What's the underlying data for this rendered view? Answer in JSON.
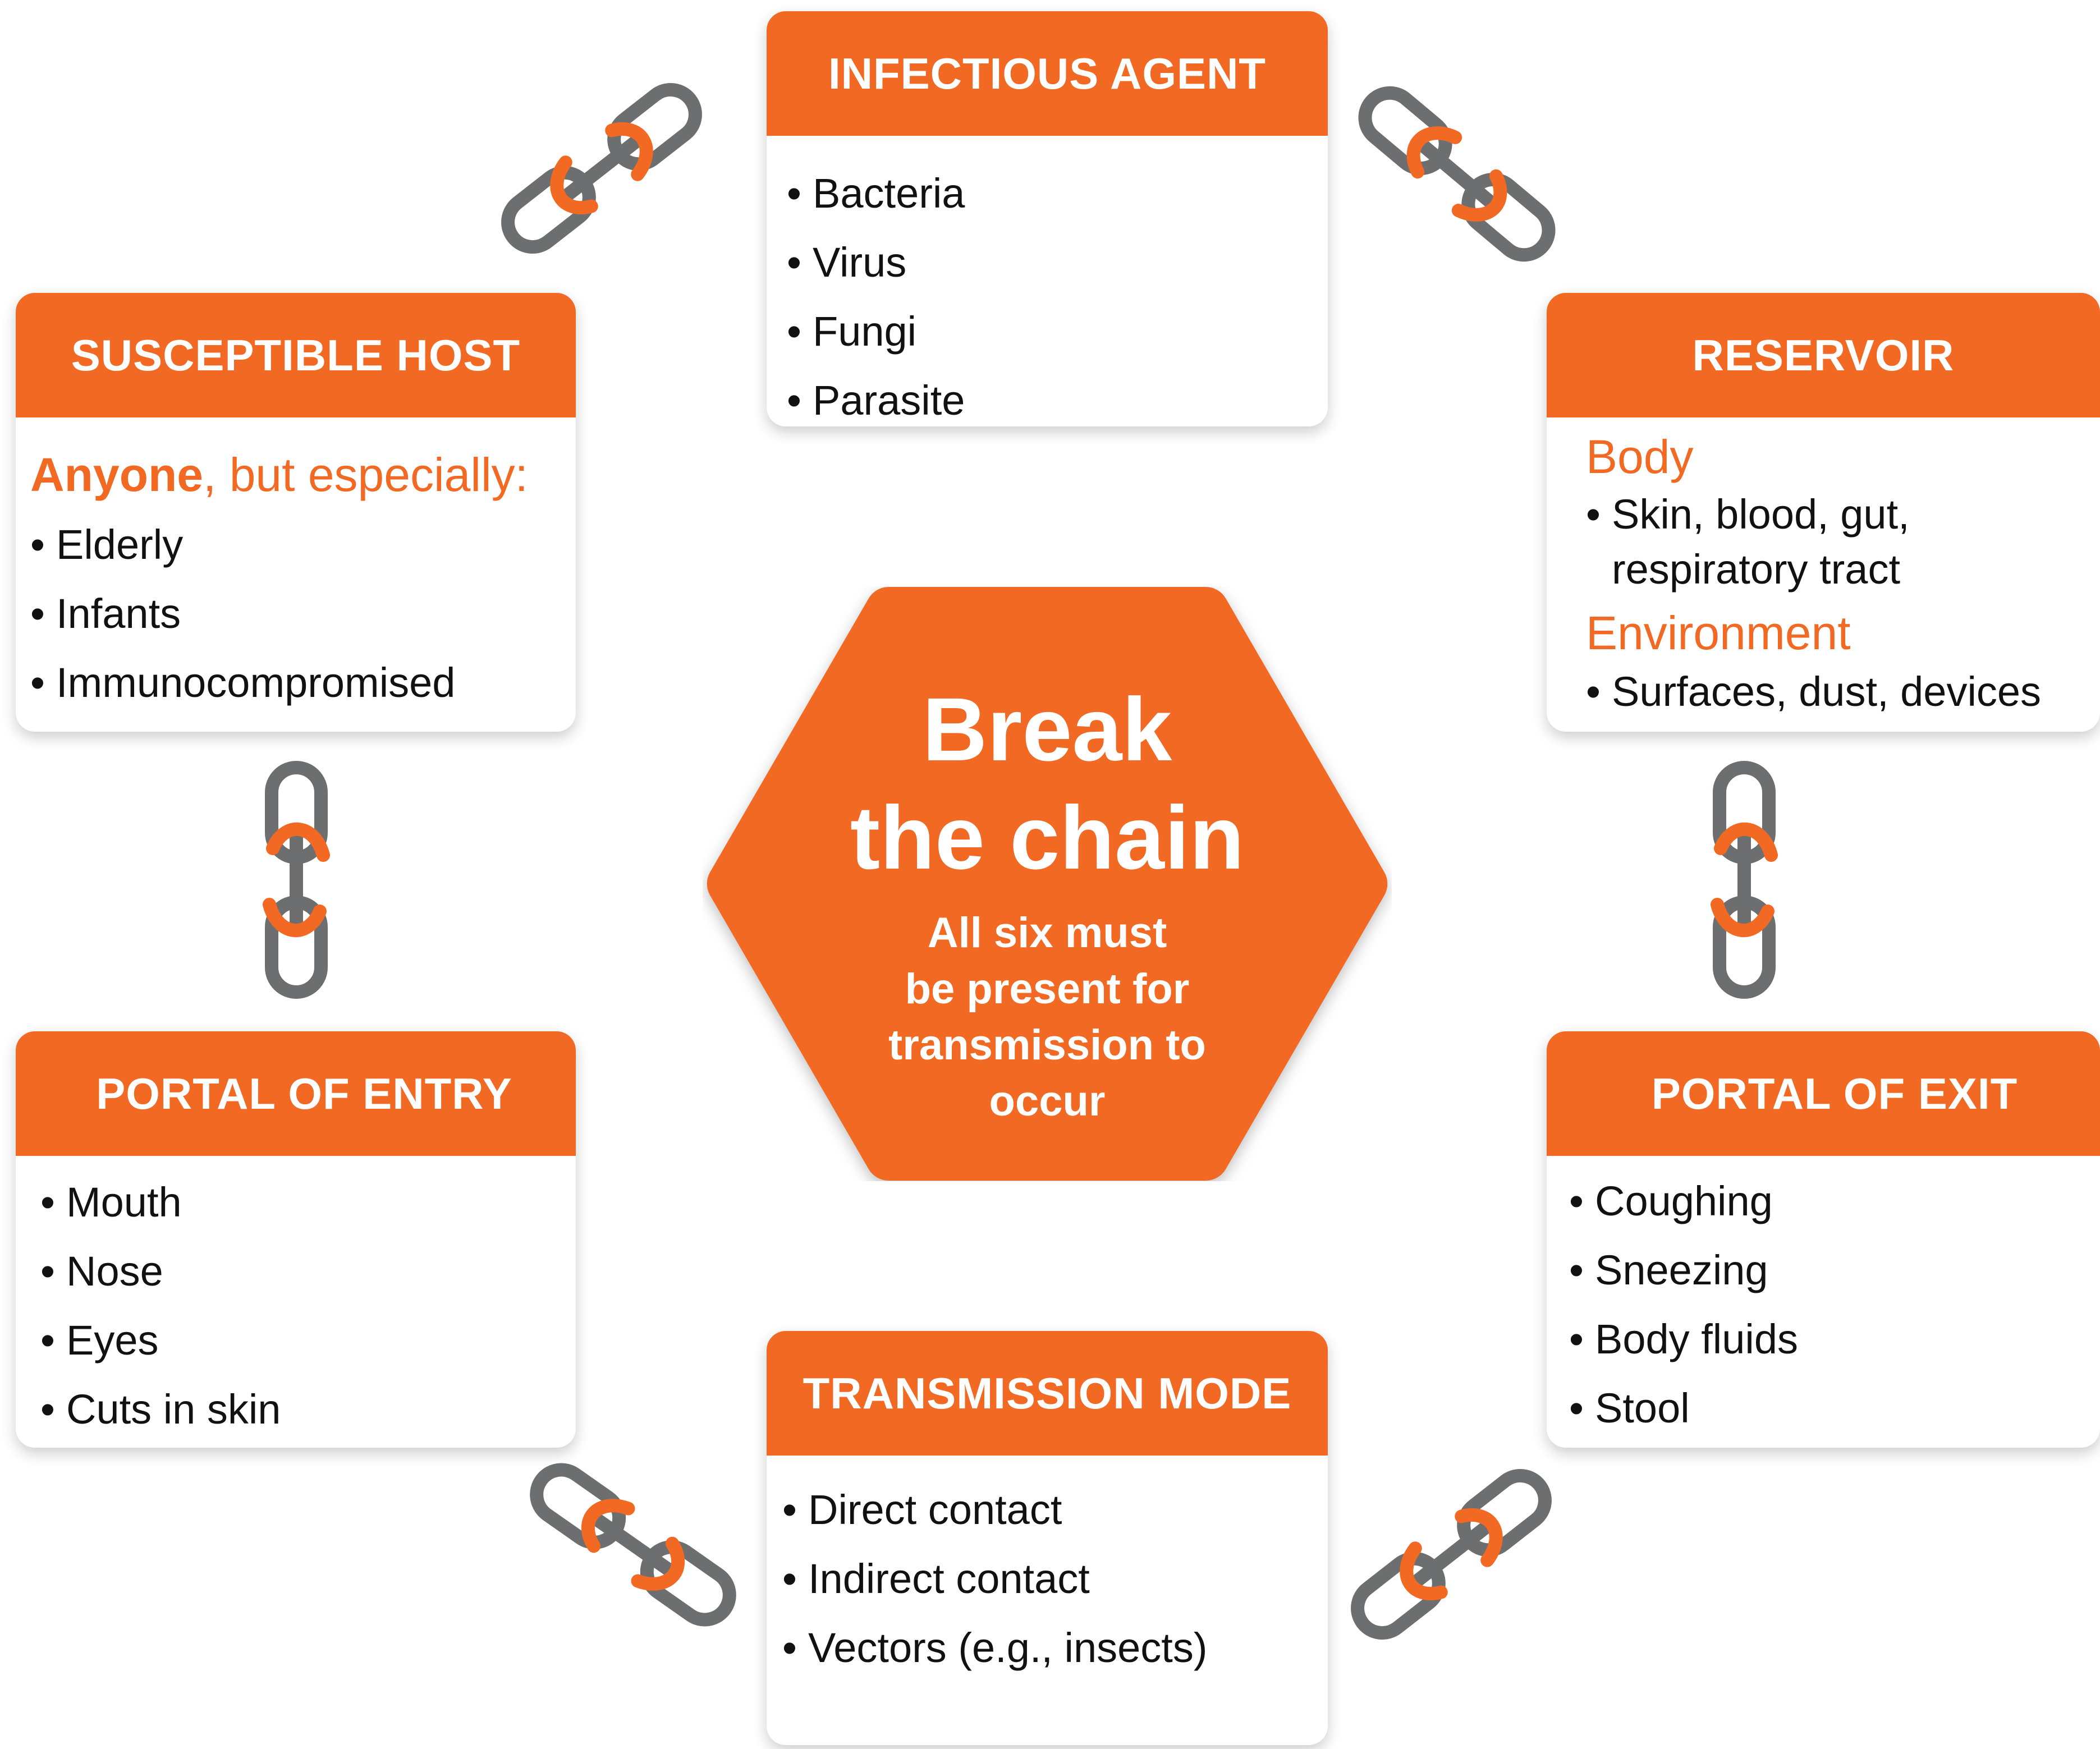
{
  "center": {
    "title_line1": "Break",
    "title_line2": "the chain",
    "subtitle_lines": [
      "All six must",
      "be present for",
      "transmission to",
      "occur"
    ],
    "color": "#f26924"
  },
  "cards": {
    "infectious_agent": {
      "title": "INFECTIOUS AGENT",
      "items": [
        "Bacteria",
        "Virus",
        "Fungi",
        "Parasite"
      ]
    },
    "reservoir": {
      "title": "RESERVOIR",
      "body_heading": "Body",
      "body_items": [
        "Skin, blood, gut,",
        "respiratory tract"
      ],
      "env_heading": "Environment",
      "env_items": [
        "Surfaces, dust, devices"
      ]
    },
    "portal_of_exit": {
      "title": "PORTAL OF EXIT",
      "items": [
        "Coughing",
        "Sneezing",
        "Body fluids",
        "Stool"
      ]
    },
    "transmission_mode": {
      "title": "TRANSMISSION MODE",
      "items": [
        "Direct contact",
        "Indirect contact",
        "Vectors (e.g., insects)"
      ]
    },
    "portal_of_entry": {
      "title": "PORTAL OF ENTRY",
      "items": [
        "Mouth",
        "Nose",
        "Eyes",
        "Cuts in skin"
      ]
    },
    "susceptible_host": {
      "title": "SUSCEPTIBLE HOST",
      "intro_bold": "Anyone",
      "intro_rest": ", but especially:",
      "items": [
        "Elderly",
        "Infants",
        "Immunocompromised"
      ]
    }
  },
  "icons": {
    "link": "broken-chain-link-icon",
    "link_gray": "#6d6e70",
    "link_orange": "#f26924"
  },
  "bullet": "•"
}
